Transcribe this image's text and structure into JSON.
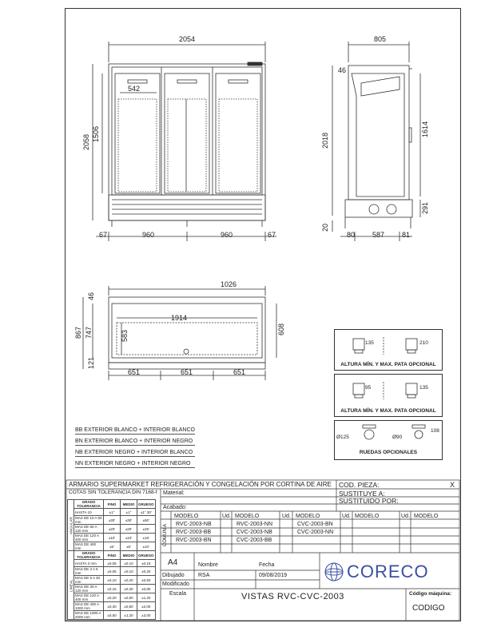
{
  "front": {
    "width_total": "2054",
    "height_total": "2058",
    "height_inner": "1506",
    "top_span": "542",
    "bottom": [
      "67",
      "960",
      "960",
      "67"
    ]
  },
  "side": {
    "depth_total": "805",
    "top_small": "46",
    "height": "2018",
    "door": "1614",
    "bottom_gap": "20",
    "base": "291",
    "bottom": [
      "80",
      "587",
      "81"
    ]
  },
  "plan": {
    "width_total": "1026",
    "inner": "1914",
    "left_top": "46",
    "depth_outer": "867",
    "depth_mid": "747",
    "inner_depth": "583",
    "right_depth": "608",
    "front_small": "121",
    "bottom": [
      "651",
      "651",
      "651"
    ]
  },
  "options": [
    {
      "label": "ALTURA MÍN. Y MAX. PATA OPCIONAL",
      "a": "135",
      "b": "210"
    },
    {
      "label": "ALTURA MÍN. Y MAX. PATA OPCIONAL",
      "a": "95",
      "b": "135"
    },
    {
      "label": "RUEDAS OPCIONALES",
      "a": "Ø125",
      "b": "Ø90",
      "c": "108"
    }
  ],
  "legend": [
    "BB EXTERIOR BLANCO + INTERIOR BLANCO",
    "BN EXTERIOR BLANCO + INTERIOR NEGRO",
    "NB EXTERIOR NEGRO + INTERIOR BLANCO",
    "NN EXTERIOR NEGRO + INTERIOR NEGRO"
  ],
  "titleblock": {
    "title": "ARMARIO SUPERMARKET REFRIGERACIÓN Y CONGELACIÓN POR CORTINA DE AIRE",
    "cod_pieza": "COD. PIEZA:",
    "close": "X",
    "sustituye": "SUSTITUYE A:",
    "sustituido": "SUSTITUIDO POR:",
    "cotas": "COTAS SIN TOLERANCIA DIN 7168-f",
    "material": "Material:",
    "acabado": "Acabado:",
    "comun": "COMÚN A",
    "col_modelo": "MODELO",
    "col_ud": "Ud.",
    "models": [
      [
        "RVC-2003-NB",
        "RVC-2003-NN",
        "CVC-2003-BN"
      ],
      [
        "RVC-2003-BB",
        "CVC-2003-NB",
        "CVC-2003-NN"
      ],
      [
        "RVC-2003-BN",
        "CVC-2003-BB",
        ""
      ]
    ],
    "format": "A4",
    "nombre": "Nombre",
    "fecha": "Fecha",
    "dibujado": "Dibujado",
    "dibujado_by": "RSA",
    "fecha_val": "09/08/2019",
    "modificado": "Modificado",
    "escala": "Escala",
    "drawing_title": "VISTAS RVC-CVC-2003",
    "codigo_label": "Código máquina:",
    "codigo": "CODIGO",
    "logo": "CORECO"
  },
  "tolerances": {
    "headers": [
      "GRADO TOLERANCIA",
      "FINO",
      "MEDIO",
      "GRUESO"
    ],
    "angular_label": "ANGULAR",
    "lineal_label": "LINEAL",
    "angular": [
      [
        "HASTA 10",
        "±1°",
        "±1°",
        "±1° 30'"
      ],
      [
        "MAS DE 10 A 50 mm",
        "±30'",
        "±30'",
        "±50'"
      ],
      [
        "MAS DE 50 A 120 mm",
        "±20'",
        "±20'",
        "±25'"
      ],
      [
        "MAS DE 120 A 400 mm",
        "±10'",
        "±10'",
        "±15'"
      ],
      [
        "MAS DE 400 mm",
        "±5'",
        "±5'",
        "±10'"
      ]
    ],
    "lineal": [
      [
        "HASTA 3 mm",
        "±0,05",
        "±0,10",
        "±0,15"
      ],
      [
        "MAS DE 3 A 6 mm",
        "±0,05",
        "±0,10",
        "±0,20"
      ],
      [
        "MAS DE 6 A 30 mm",
        "±0,10",
        "±0,20",
        "±0,50"
      ],
      [
        "MAS DE 30 A 120 mm",
        "±0,15",
        "±0,30",
        "±0,80"
      ],
      [
        "MAS DE 120 A 400 mm",
        "±0,20",
        "±0,50",
        "±1,20"
      ],
      [
        "MAS DE 400 A 1000 mm",
        "±0,30",
        "±0,80",
        "±2,00"
      ],
      [
        "MAS DE 1000 A 2000 mm",
        "±0,50",
        "±1,20",
        "±3,00"
      ]
    ]
  }
}
